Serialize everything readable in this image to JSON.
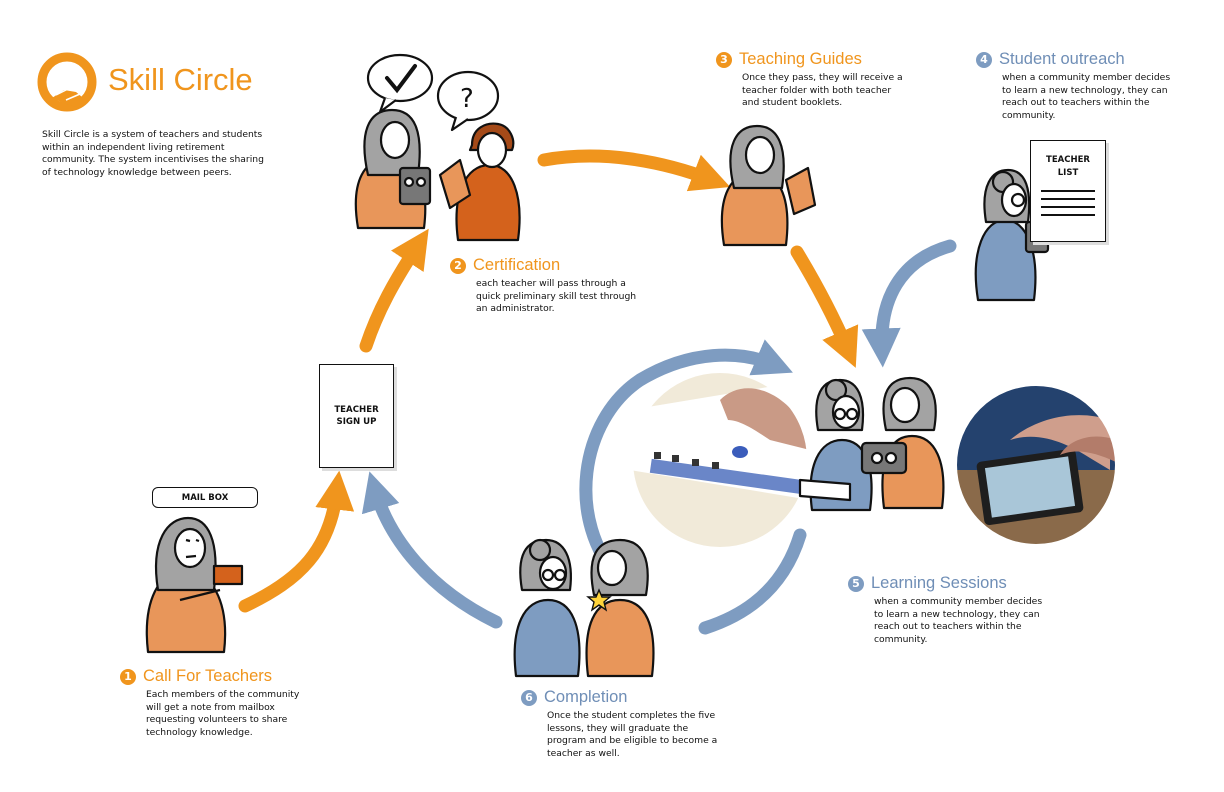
{
  "brand": {
    "title": "Skill Circle",
    "description": "Skill Circle is a system of teachers and students within an independent living retirement community. The system incentivises the sharing of technology knowledge between peers."
  },
  "colors": {
    "orange": "#f0951d",
    "blue": "#7e9cc1",
    "skin_orange": "#e8965a",
    "dark_orange": "#d4621c",
    "hair_gray": "#a3a3a3"
  },
  "steps": [
    {
      "number": "1",
      "title": "Call For Teachers",
      "description": "Each members of the community will get a note from mailbox requesting volunteers to share technology knowledge."
    },
    {
      "number": "2",
      "title": "Certification",
      "description": "each teacher will pass through a quick preliminary skill test through an administrator."
    },
    {
      "number": "3",
      "title": "Teaching Guides",
      "description": "Once they pass, they will receive a teacher folder with both teacher and student booklets."
    },
    {
      "number": "4",
      "title": "Student outreach",
      "description": "when a community member decides to learn a new technology, they can reach out to teachers within the community."
    },
    {
      "number": "5",
      "title": "Learning Sessions",
      "description": "when a community member decides to learn a new technology, they can reach out to teachers within the community."
    },
    {
      "number": "6",
      "title": "Completion",
      "description": "Once the student completes the five lessons, they will graduate the program and be eligible to become a teacher as well."
    }
  ],
  "labels": {
    "mailbox": "MAIL BOX",
    "signup_line1": "TEACHER",
    "signup_line2": "SIGN UP",
    "teacherlist_line1": "TEACHER",
    "teacherlist_line2": "LIST",
    "speech_question": "?",
    "speech_check": "✔"
  },
  "icons": [
    "handshake-logo-icon",
    "checkmark-icon",
    "question-icon",
    "star-icon",
    "tablet-icon"
  ]
}
